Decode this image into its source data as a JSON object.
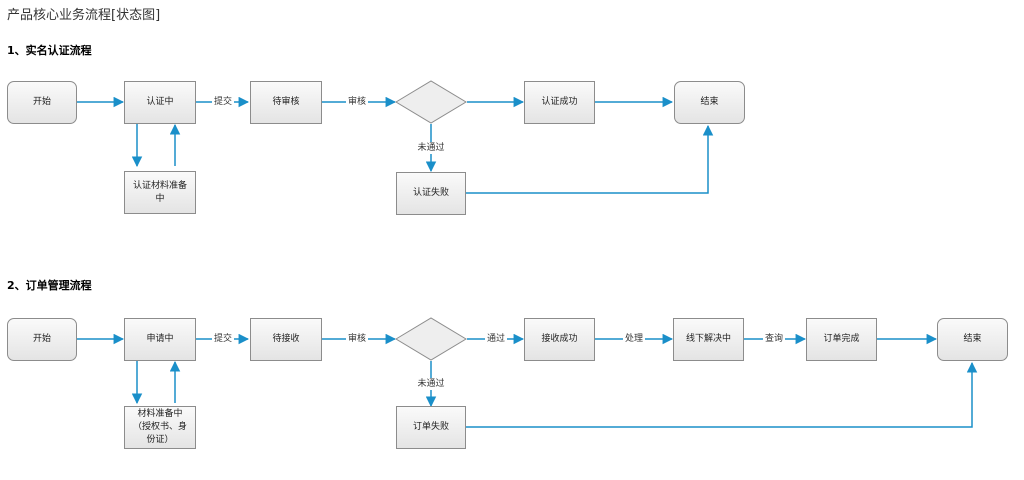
{
  "title": "产品核心业务流程[状态图]",
  "colors": {
    "edge": "#1a8fc9",
    "node_border": "#8c8c8c",
    "node_fill": "#ececec"
  },
  "flow1": {
    "heading": "1、实名认证流程",
    "nodes": {
      "start": "开始",
      "certifying": "认证中",
      "pending_review": "待审核",
      "decision": "",
      "success": "认证成功",
      "end": "结束",
      "materials": "认证材料准备中",
      "failed": "认证失败"
    },
    "labels": {
      "submit": "提交",
      "review": "审核",
      "rejected": "未通过"
    }
  },
  "flow2": {
    "heading": "2、订单管理流程",
    "nodes": {
      "start": "开始",
      "applying": "申请中",
      "pending_receive": "待接收",
      "decision": "",
      "received": "接收成功",
      "offline_solving": "线下解决中",
      "order_done": "订单完成",
      "end": "结束",
      "materials": "材料准备中（授权书、身份证）",
      "failed": "订单失败"
    },
    "labels": {
      "submit": "提交",
      "review": "审核",
      "passed": "通过",
      "handle": "处理",
      "query": "查询",
      "rejected": "未通过"
    }
  }
}
